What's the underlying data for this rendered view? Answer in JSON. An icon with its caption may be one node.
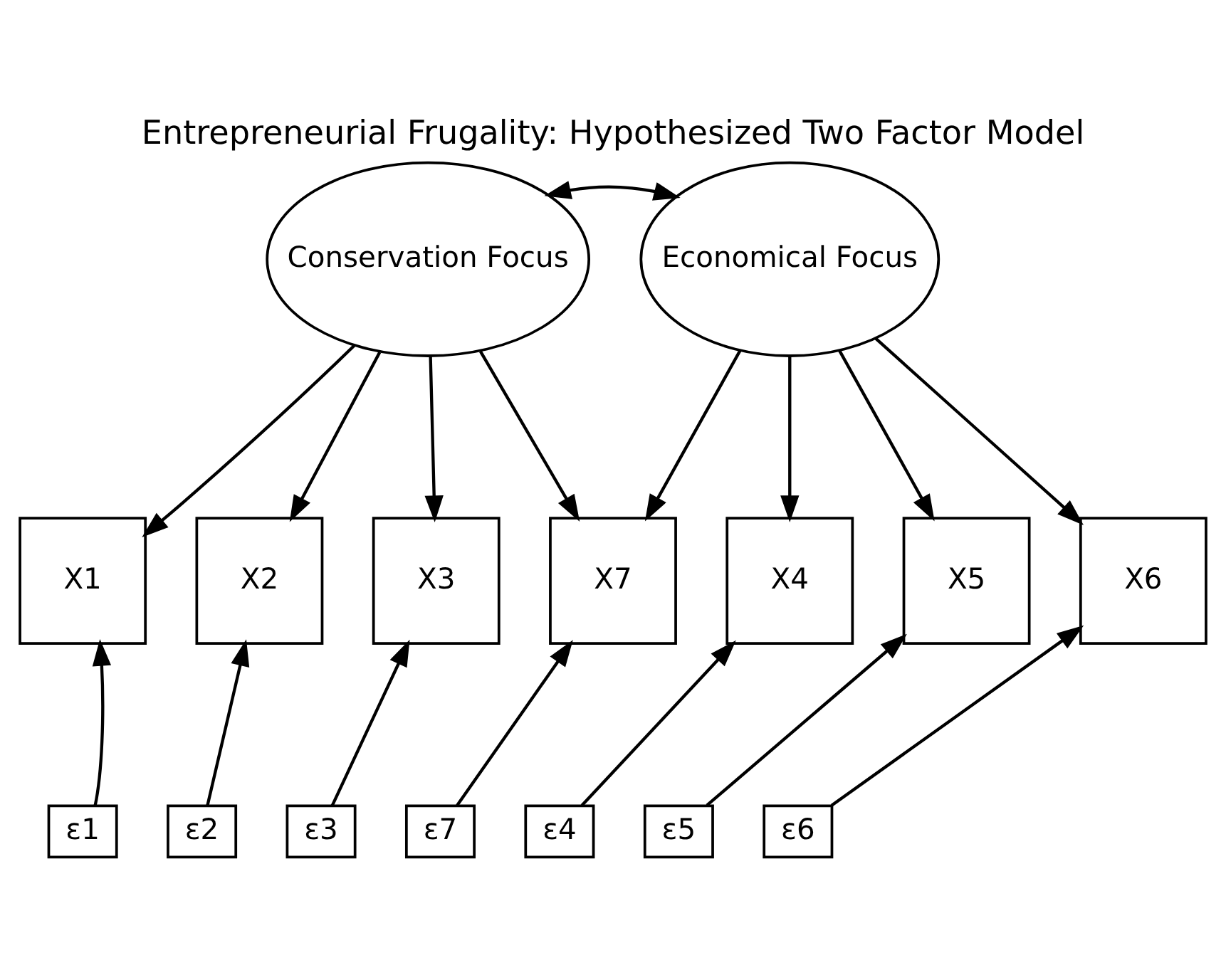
{
  "diagram": {
    "title": "Entrepreneurial Frugality: Hypothesized Two Factor Model",
    "nodes": [
      {
        "text": [
          "Conservation Focus"
        ]
      },
      {
        "text": [
          "Economical Focus"
        ]
      },
      {
        "text": [
          "X1"
        ]
      },
      {
        "text": [
          "X2"
        ]
      },
      {
        "text": [
          "X3"
        ]
      },
      {
        "text": [
          "X7"
        ]
      },
      {
        "text": [
          "X4"
        ]
      },
      {
        "text": [
          "X5"
        ]
      },
      {
        "text": [
          "X6"
        ]
      },
      {
        "text": [
          "ε1"
        ]
      },
      {
        "text": [
          "ε2"
        ]
      },
      {
        "text": [
          "ε3"
        ]
      },
      {
        "text": [
          "ε7"
        ]
      },
      {
        "text": [
          "ε4"
        ]
      },
      {
        "text": [
          "ε5"
        ]
      },
      {
        "text": [
          "ε6"
        ]
      }
    ],
    "edges": [
      {
        "from": 0,
        "to": 1,
        "arrow": "both"
      },
      {
        "from": 0,
        "to": 2,
        "arrow": "to"
      },
      {
        "from": 0,
        "to": 3,
        "arrow": "to"
      },
      {
        "from": 0,
        "to": 4,
        "arrow": "to"
      },
      {
        "from": 0,
        "to": 5,
        "arrow": "to"
      },
      {
        "from": 1,
        "to": 5,
        "arrow": "to"
      },
      {
        "from": 1,
        "to": 6,
        "arrow": "to"
      },
      {
        "from": 1,
        "to": 7,
        "arrow": "to"
      },
      {
        "from": 1,
        "to": 8,
        "arrow": "to"
      },
      {
        "from": 9,
        "to": 2,
        "arrow": "to"
      },
      {
        "from": 10,
        "to": 3,
        "arrow": "to"
      },
      {
        "from": 11,
        "to": 4,
        "arrow": "to"
      },
      {
        "from": 12,
        "to": 5,
        "arrow": "to"
      },
      {
        "from": 13,
        "to": 6,
        "arrow": "to"
      },
      {
        "from": 14,
        "to": 7,
        "arrow": "to"
      },
      {
        "from": 15,
        "to": 8,
        "arrow": "to"
      }
    ]
  }
}
